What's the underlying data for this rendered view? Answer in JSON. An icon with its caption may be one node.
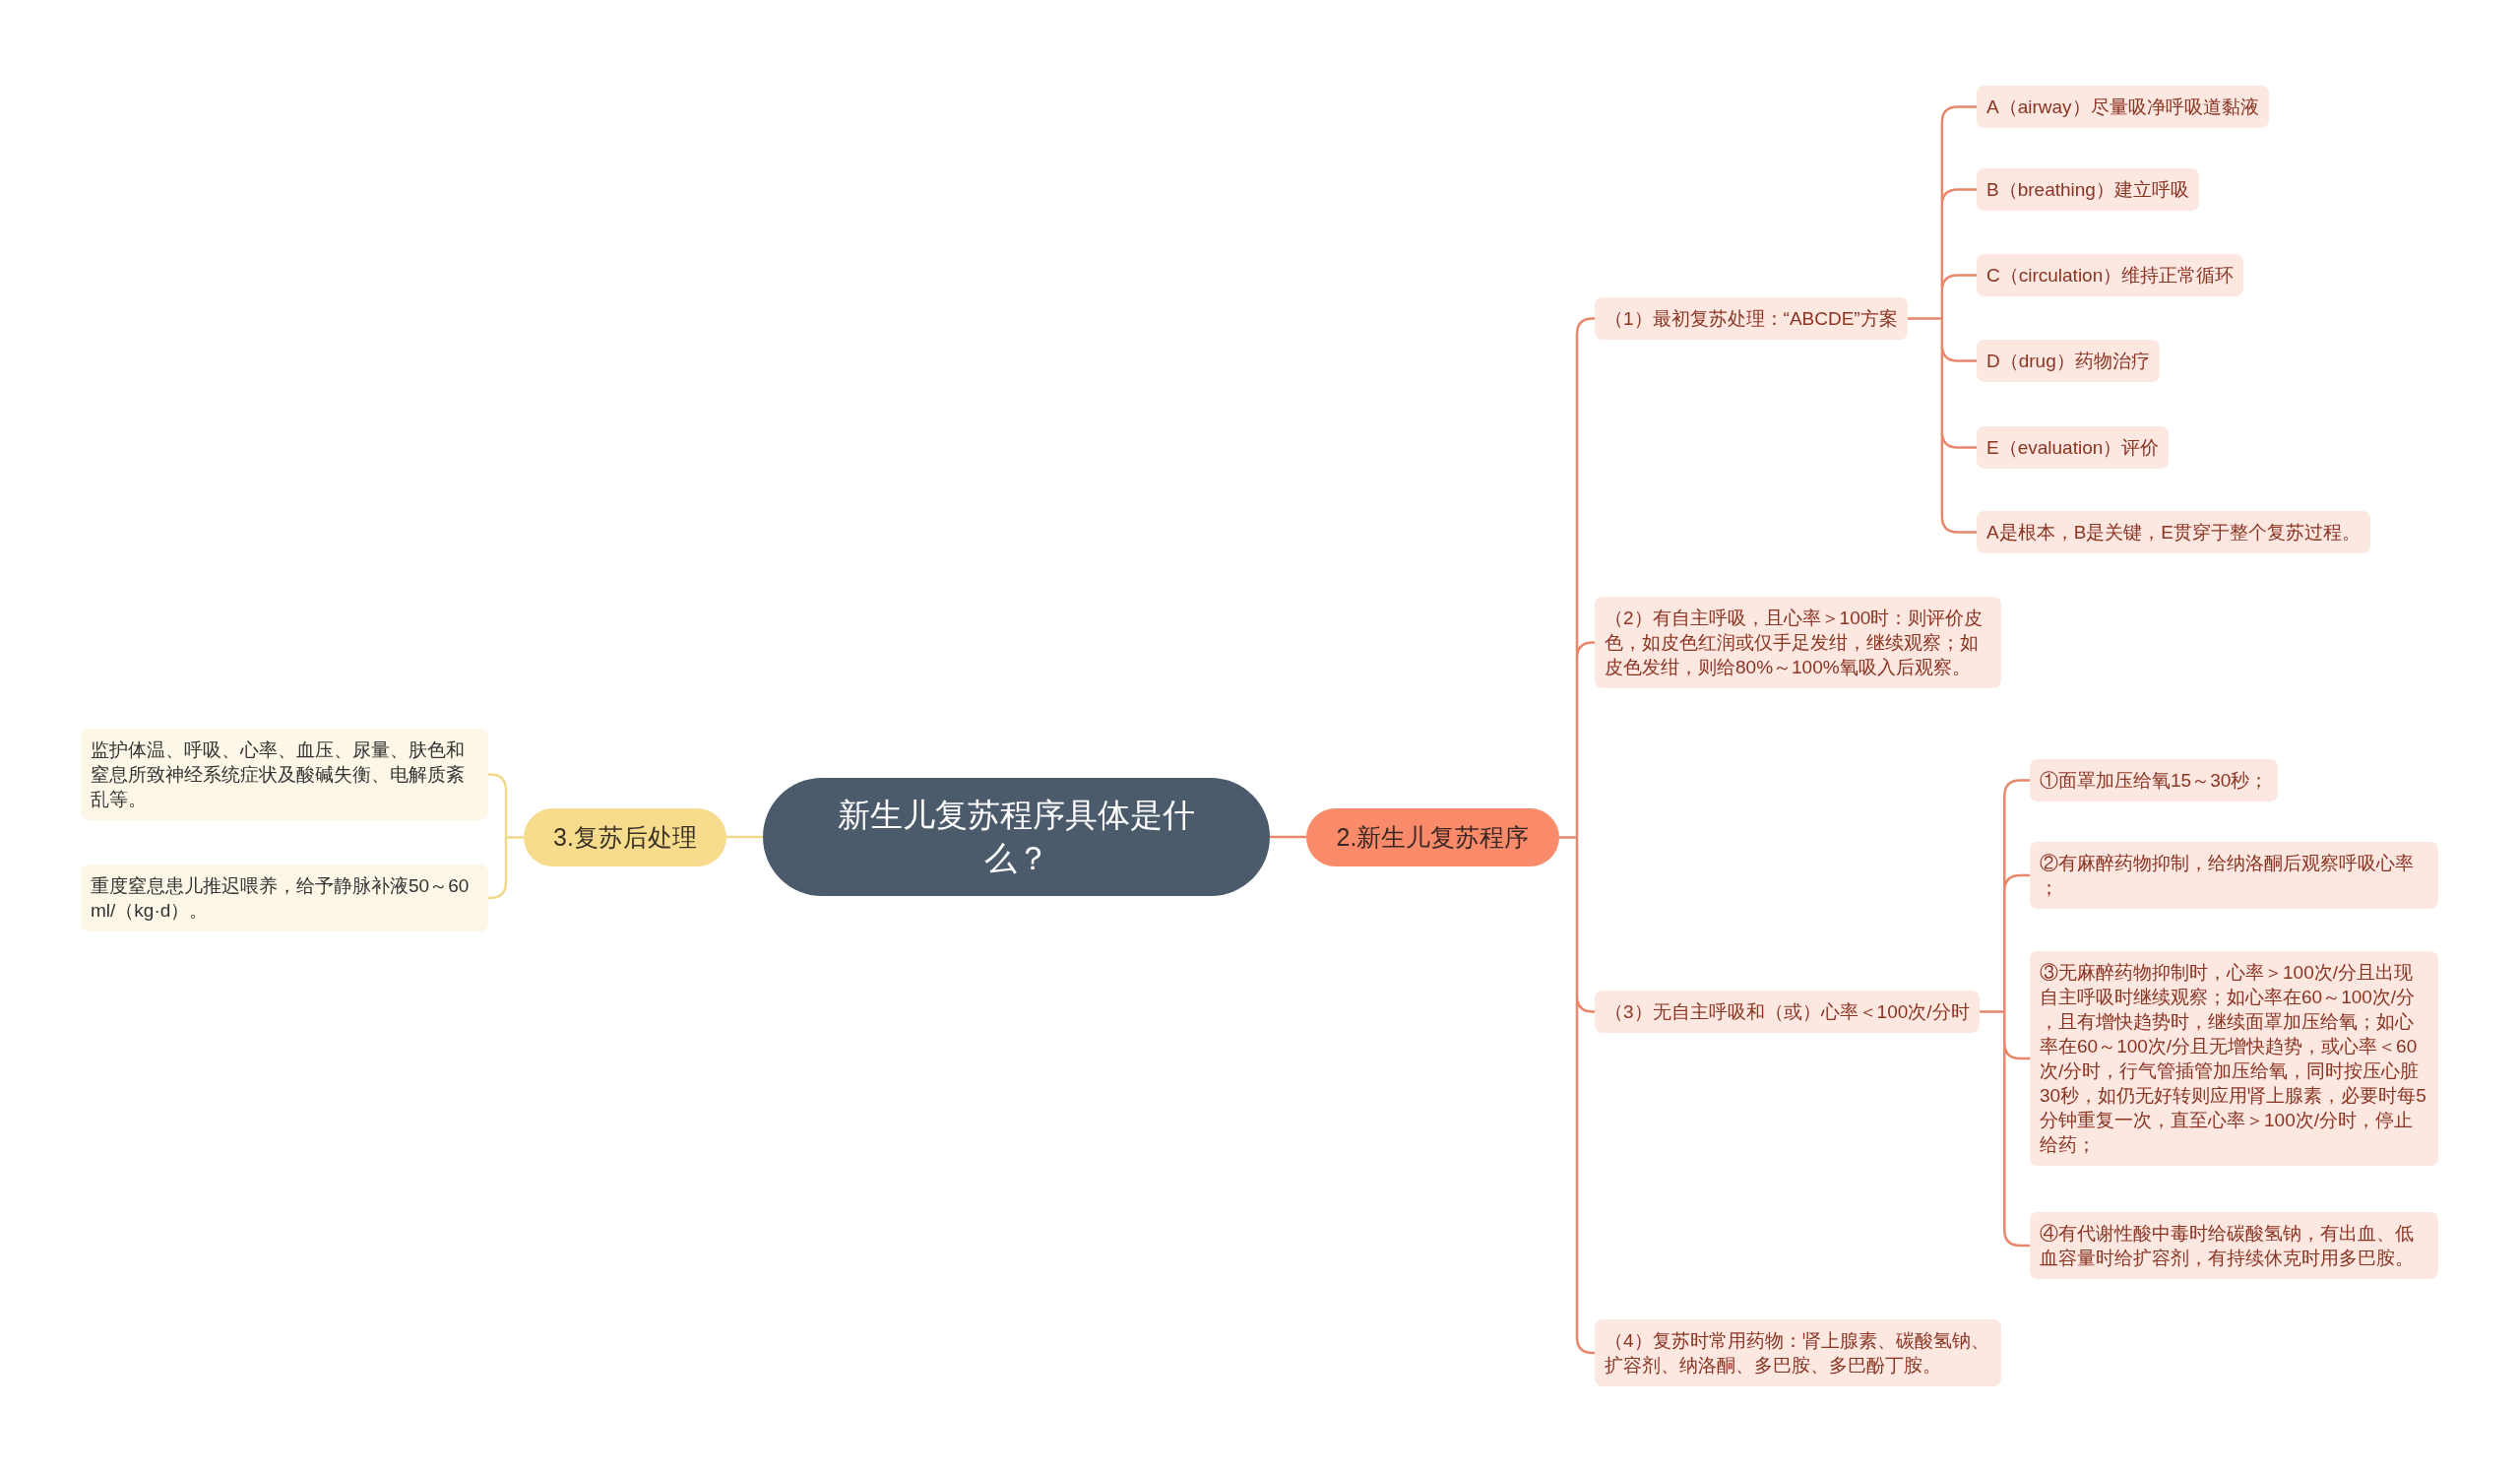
{
  "diagram": {
    "nodes": [
      {
        "text": [
          "新生儿复苏程序具体是什么？"
        ]
      },
      {
        "text": [
          "2.新生儿复苏程序"
        ]
      },
      {
        "text": [
          "（1）最初复苏处理：“ABCDE”方案"
        ]
      },
      {
        "text": [
          "A（airway）尽量吸净呼吸道黏液"
        ]
      },
      {
        "text": [
          "B（breathing）建立呼吸"
        ]
      },
      {
        "text": [
          "C（circulation）维持正常循环"
        ]
      },
      {
        "text": [
          "D（drug）药物治疗"
        ]
      },
      {
        "text": [
          "E（evaluation）评价"
        ]
      },
      {
        "text": [
          "A是根本，B是关键，E贯穿于整个复苏过程。"
        ]
      },
      {
        "text": [
          "（2）有自主呼吸，且心率＞100时：则评价皮色，如皮色红润或仅手足发绀，继续观察；如皮色发绀，则给80%～100%氧吸入后观察。"
        ]
      },
      {
        "text": [
          "（3）无自主呼吸和（或）心率＜100次/分时"
        ]
      },
      {
        "text": [
          "①面罩加压给氧15～30秒；"
        ]
      },
      {
        "text": [
          "②有麻醉药物抑制，给纳洛酮后观察呼吸心率；"
        ]
      },
      {
        "text": [
          "③无麻醉药物抑制时，心率＞100次/分且出现自主呼吸时继续观察；如心率在60～100次/分，且有增快趋势时，继续面罩加压给氧；如心率在60～100次/分且无增快趋势，或心率＜60次/分时，行气管插管加压给氧，同时按压心脏30秒，如仍无好转则应用肾上腺素，必要时每5分钟重复一次，直至心率＞100次/分时，停止给药；"
        ]
      },
      {
        "text": [
          "④有代谢性酸中毒时给碳酸氢钠，有出血、低血容量时给扩容剂，有持续休克时用多巴胺。"
        ]
      },
      {
        "text": [
          "（4）复苏时常用药物：肾上腺素、碳酸氢钠、扩容剂、纳洛酮、多巴胺、多巴酚丁胺。"
        ]
      },
      {
        "text": [
          "3.复苏后处理"
        ]
      },
      {
        "text": [
          "监护体温、呼吸、心率、血压、尿量、肤色和窒息所致神经系统症状及酸碱失衡、电解质紊乱等。"
        ]
      },
      {
        "text": [
          "重度窒息患儿推迟喂养，给予静脉补液50～60ml/（kg·d）。"
        ]
      }
    ],
    "edges": [
      {
        "from": 0,
        "to": 1,
        "arrow": "none"
      },
      {
        "from": 1,
        "to": 2,
        "arrow": "none"
      },
      {
        "from": 2,
        "to": 3,
        "arrow": "none"
      },
      {
        "from": 2,
        "to": 4,
        "arrow": "none"
      },
      {
        "from": 2,
        "to": 5,
        "arrow": "none"
      },
      {
        "from": 2,
        "to": 6,
        "arrow": "none"
      },
      {
        "from": 2,
        "to": 7,
        "arrow": "none"
      },
      {
        "from": 2,
        "to": 8,
        "arrow": "none"
      },
      {
        "from": 1,
        "to": 9,
        "arrow": "none"
      },
      {
        "from": 1,
        "to": 10,
        "arrow": "none"
      },
      {
        "from": 10,
        "to": 11,
        "arrow": "none"
      },
      {
        "from": 10,
        "to": 12,
        "arrow": "none"
      },
      {
        "from": 10,
        "to": 13,
        "arrow": "none"
      },
      {
        "from": 10,
        "to": 14,
        "arrow": "none"
      },
      {
        "from": 1,
        "to": 15,
        "arrow": "none"
      },
      {
        "from": 0,
        "to": 16,
        "arrow": "none",
        "color": "#f2d88a"
      },
      {
        "from": 16,
        "to": 17,
        "arrow": "none",
        "color": "#f2d88a"
      },
      {
        "from": 16,
        "to": 18,
        "arrow": "none",
        "color": "#f2d88a"
      }
    ]
  }
}
